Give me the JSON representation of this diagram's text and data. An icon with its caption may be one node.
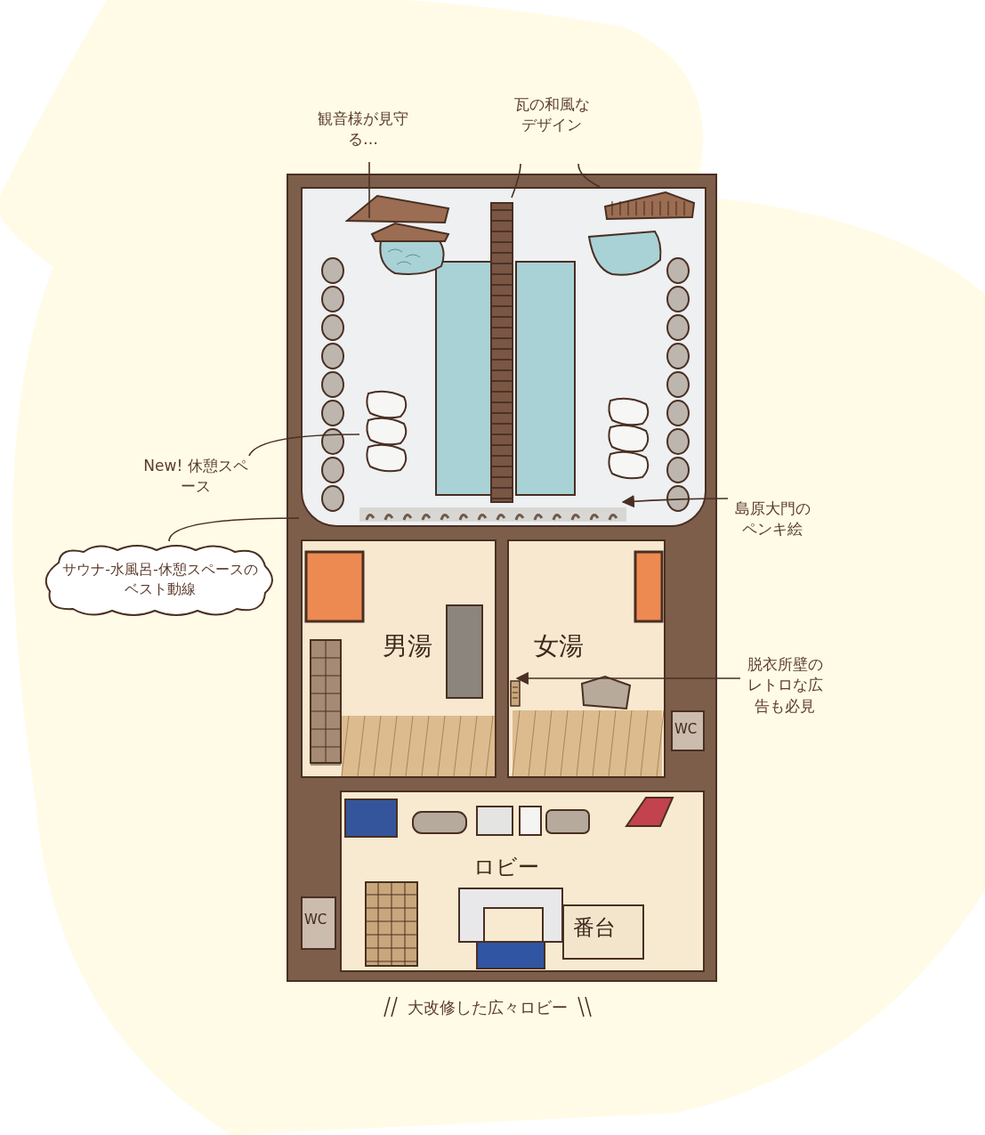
{
  "diagram": {
    "caption": "大改修した広々ロビー",
    "nodes": [
      {
        "text": [
          "観音様が見守る…"
        ]
      },
      {
        "text": [
          "瓦の和風なデザイン"
        ]
      },
      {
        "text": [],
        "shape": "box"
      },
      {
        "text": [],
        "shape": "box",
        "in": 2
      },
      {
        "text": [],
        "shape": "picture",
        "in": 3
      },
      {
        "text": [],
        "shape": "picture",
        "in": 3
      },
      {
        "text": [],
        "shape": "picture",
        "in": 3
      },
      {
        "text": [],
        "shape": "picture",
        "in": 3
      },
      {
        "text": [],
        "shape": "picture",
        "in": 3
      },
      {
        "text": [
          "New! 休憩スペース"
        ]
      },
      {
        "text": [
          "サウナ-水風呂-休憩スペースのベスト動線"
        ]
      },
      {
        "text": [
          "島原大門のペンキ絵"
        ]
      },
      {
        "text": [
          "男湯"
        ],
        "in": 2
      },
      {
        "text": [
          "女湯"
        ],
        "in": 2
      },
      {
        "text": [],
        "shape": "picture",
        "in": 13
      },
      {
        "text": [
          "脱衣所壁のレトロな広告も必見"
        ]
      },
      {
        "text": [
          "WC"
        ],
        "in": 2
      },
      {
        "text": [
          "WC"
        ],
        "in": 2
      },
      {
        "text": [
          "ロビー"
        ],
        "in": 2
      },
      {
        "text": [
          "番台"
        ],
        "in": 18
      }
    ],
    "edges": [
      {
        "from": 0,
        "to": 4,
        "arrow": "none"
      },
      {
        "from": 1,
        "to": 5,
        "arrow": "none"
      },
      {
        "from": 1,
        "to": 6,
        "arrow": "none"
      },
      {
        "from": 9,
        "to": 7,
        "arrow": "none"
      },
      {
        "from": 10,
        "to": 3,
        "arrow": "none"
      },
      {
        "from": 11,
        "to": 8,
        "arrow": "to"
      },
      {
        "from": 15,
        "to": 14,
        "arrow": "to"
      }
    ]
  }
}
